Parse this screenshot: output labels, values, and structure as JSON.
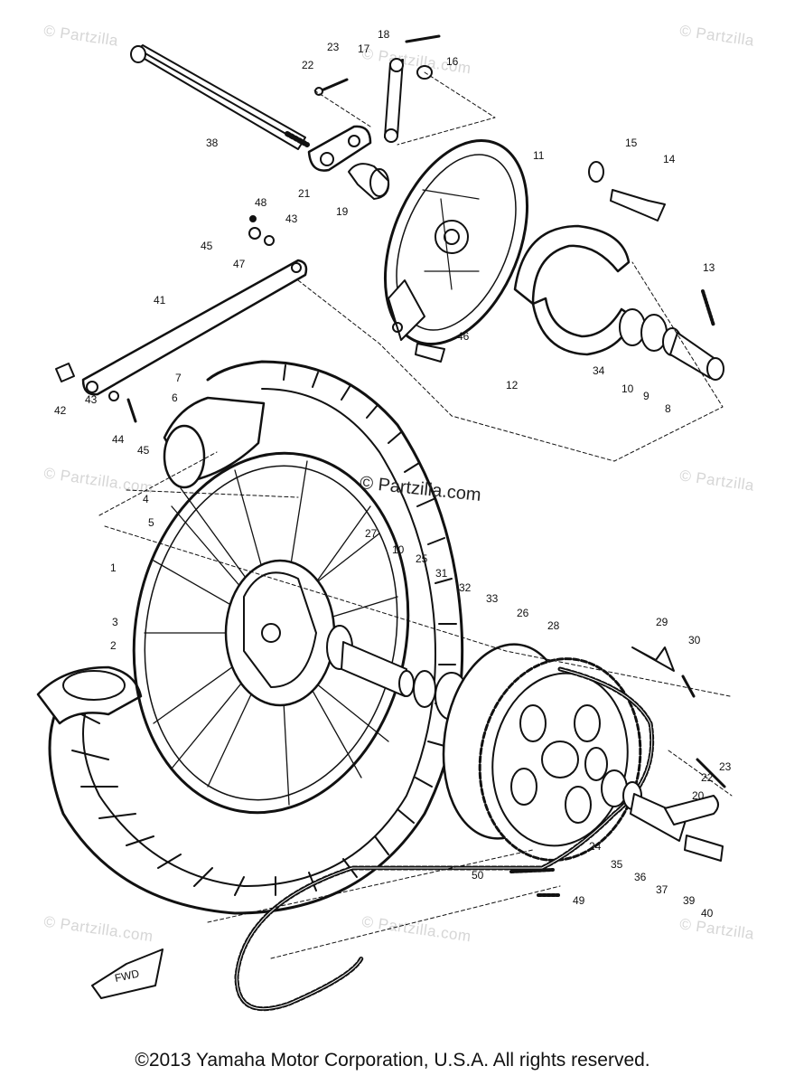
{
  "watermarks": {
    "tl": "© Partzilla",
    "tr": "© Partzilla",
    "ml": "© Partzilla.com",
    "mr": "© Partzilla",
    "bl": "© Partzilla.com",
    "bc": "© Partzilla.com",
    "br": "© Partzilla",
    "top_mid": "© Partzilla.com",
    "center": "© Partzilla.com"
  },
  "copyright": "©2013 Yamaha Motor Corporation, U.S.A. All rights reserved.",
  "fwd_label": "FWD",
  "callouts": [
    "1",
    "2",
    "3",
    "4",
    "5",
    "6",
    "7",
    "8",
    "9",
    "10",
    "11",
    "12",
    "13",
    "14",
    "15",
    "16",
    "17",
    "18",
    "19",
    "20",
    "21",
    "22",
    "23",
    "24",
    "25",
    "26",
    "27",
    "28",
    "29",
    "30",
    "31",
    "32",
    "33",
    "34",
    "35",
    "36",
    "37",
    "38",
    "39",
    "40",
    "41",
    "42",
    "43",
    "44",
    "45",
    "46",
    "47",
    "48",
    "49",
    "50"
  ]
}
